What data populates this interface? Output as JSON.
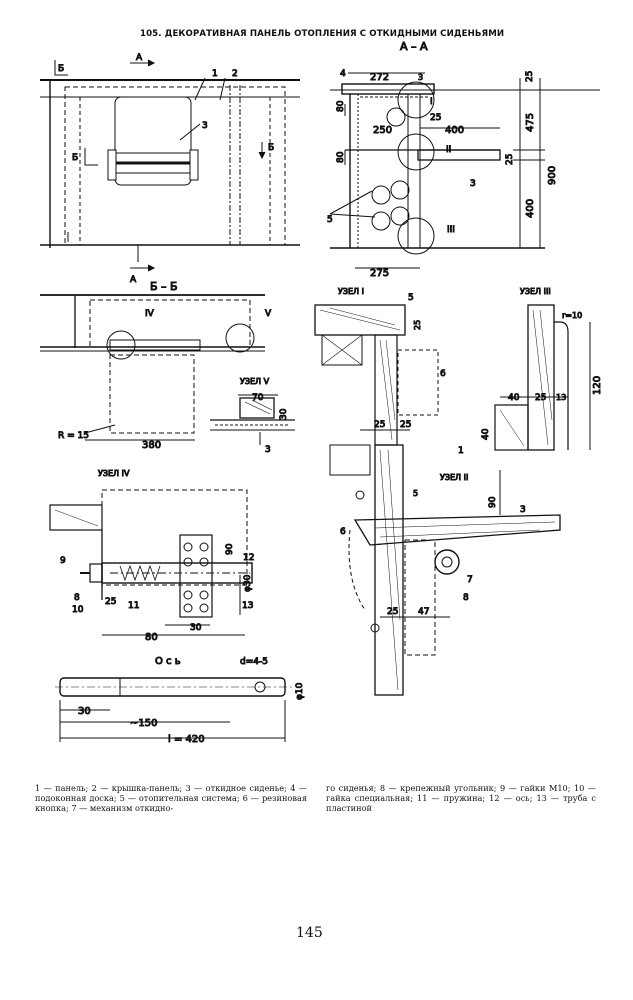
{
  "header": {
    "title": "105. ДЕКОРАТИВНАЯ ПАНЕЛЬ ОТОПЛЕНИЯ С ОТКИДНЫМИ СИДЕНЬЯМИ"
  },
  "views": {
    "section_aa": "А – А",
    "section_bb": "Б – Б",
    "node_1": "УЗЕЛ I",
    "node_2": "УЗЕЛ II",
    "node_3": "УЗЕЛ III",
    "node_4": "УЗЕЛ IV",
    "node_5": "УЗЕЛ V",
    "axis": "О с ь"
  },
  "marks": {
    "a": "А",
    "b": "Б"
  },
  "romans": {
    "i": "I",
    "ii": "II",
    "iii": "III",
    "iv": "IV",
    "v": "V"
  },
  "positions": {
    "p1": "1",
    "p2": "2",
    "p3": "3",
    "p4": "4",
    "p5": "5",
    "p6": "6",
    "p7": "7",
    "p8": "8",
    "p9": "9",
    "p10": "10",
    "p11": "11",
    "p12": "12",
    "p13": "13"
  },
  "dims": {
    "d272": "272",
    "d250": "250",
    "d400": "400",
    "d475": "475",
    "d900": "900",
    "d25": "25",
    "d80": "80",
    "d275": "275",
    "d380": "380",
    "r15": "R = 15",
    "d70": "70",
    "d30": "30",
    "d3": "3",
    "d5": "5",
    "d120": "120",
    "d40": "40",
    "d13": "13",
    "r10": "r=10",
    "d90": "90",
    "d47": "47",
    "d11": "11",
    "phi30": "φ30",
    "phi10": "φ10",
    "d45": "d=4-5",
    "d150": "~150",
    "l420": "l = 420"
  },
  "caption": {
    "left": "1 — панель; 2 — крышка-панель; 3 — откидное сиденье; 4 — подоконная доска; 5 — отопительная система; 6 — резиновая кнопка; 7 — механизм откидно-",
    "right": "го сиденья; 8 — крепежный угольник; 9 — гайки М10; 10 — гайка специальная; 11 — пружина; 12 — ось; 13 — труба с пластиной"
  },
  "page": {
    "number": "145"
  }
}
